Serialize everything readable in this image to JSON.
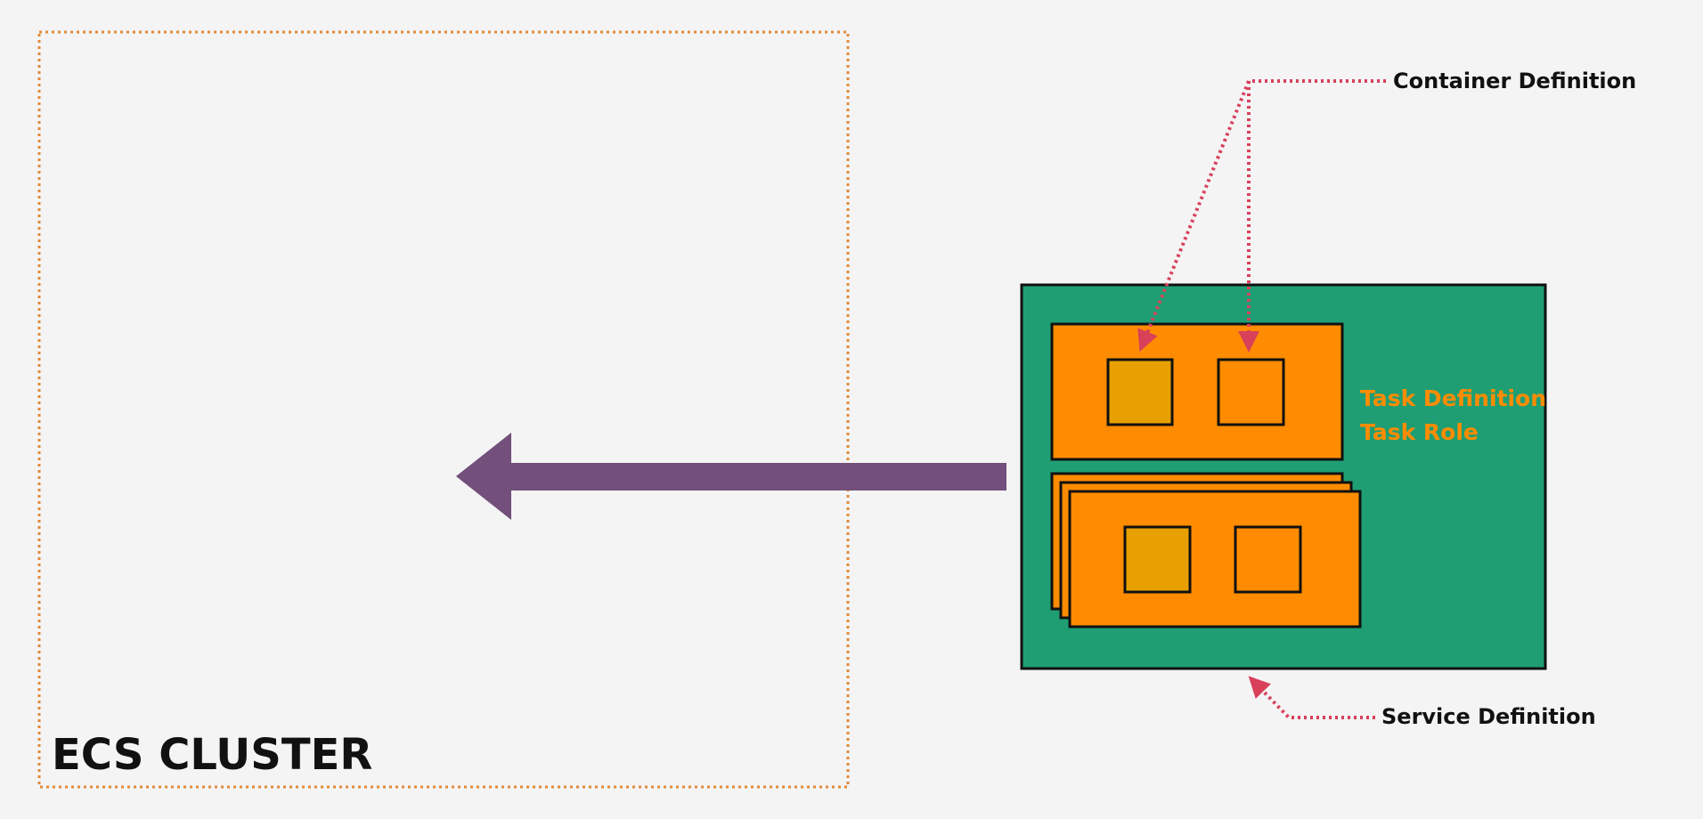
{
  "diagram": {
    "cluster": {
      "label": "ECS CLUSTER"
    },
    "annotations": {
      "container_definition": "Container Definition",
      "service_definition": "Service Definition"
    },
    "task": {
      "label_line1": "Task Definition",
      "label_line2": "Task Role"
    },
    "colors": {
      "background": "#f4f4f4",
      "cluster_border": "#e08a3a",
      "service_fill": "#1f9e74",
      "task_fill": "#ff8c00",
      "container_fill": "#e8a000",
      "task_label": "#ff8c00",
      "callout": "#d9405a",
      "arrow": "#734f7b"
    }
  }
}
